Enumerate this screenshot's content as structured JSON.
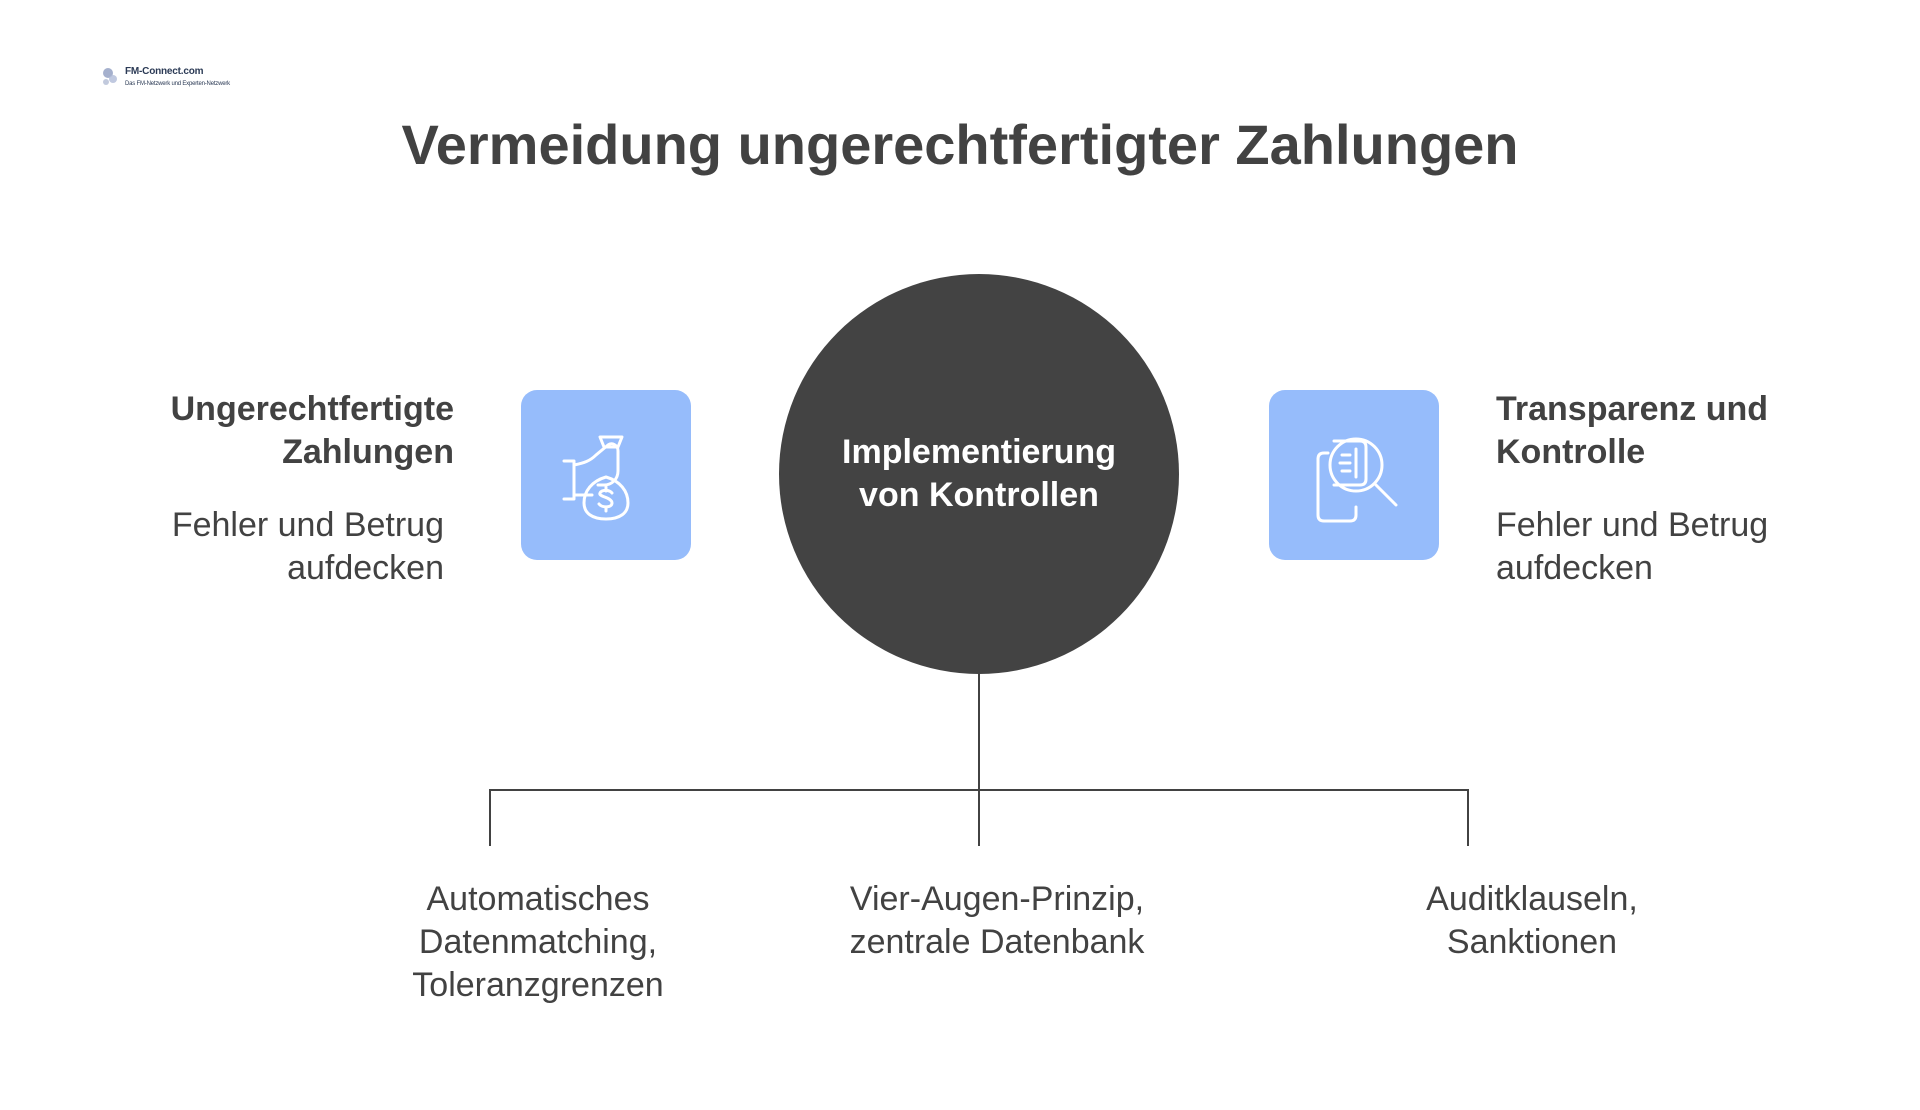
{
  "logo": {
    "name": "FM-Connect.com",
    "tagline": "Das FM-Netzwerk und Experten-Netzwerk"
  },
  "title": "Vermeidung ungerechtfertigter Zahlungen",
  "left": {
    "heading": "Ungerechtfertigte Zahlungen",
    "text": "Fehler und Betrug aufdecken",
    "icon": "money-bag-hand-icon"
  },
  "center": {
    "label": "Implementierung von Kontrollen"
  },
  "right": {
    "heading": "Transparenz und Kontrolle",
    "text": "Fehler und Betrug aufdecken",
    "icon": "document-search-icon"
  },
  "branches": [
    {
      "label": "Automatisches Datenmatching, Toleranzgrenzen"
    },
    {
      "label": "Vier-Augen-Prinzip, zentrale Datenbank"
    },
    {
      "label": "Auditklauseln, Sanktionen"
    }
  ],
  "colors": {
    "background": "#ffffff",
    "text": "#424242",
    "circle": "#434343",
    "icon_box": "#96bcfb",
    "icon_stroke": "#ffffff",
    "connector": "#424242"
  }
}
